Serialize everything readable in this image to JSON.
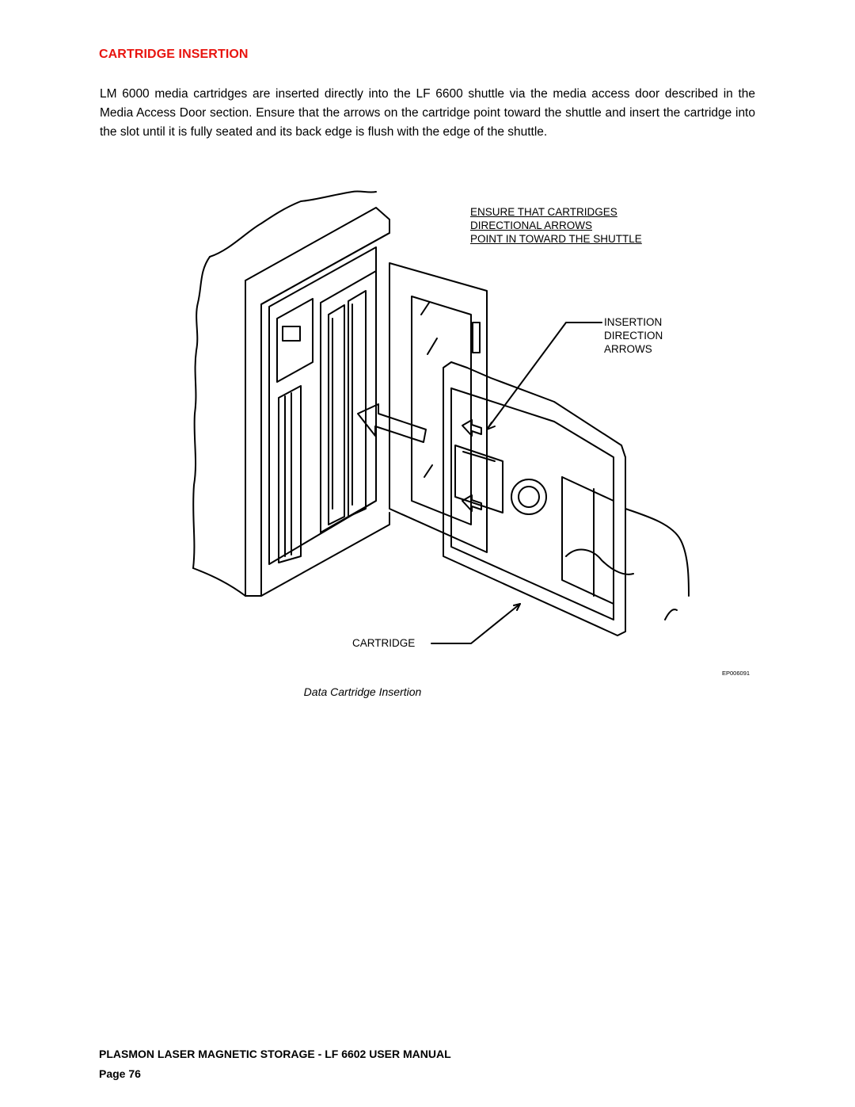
{
  "heading": "CARTRIDGE INSERTION",
  "paragraph": "LM 6000 media cartridges are inserted directly into the LF 6600 shuttle via the media access door described in the Media Access Door section. Ensure that the arrows on the cartridge point toward the shuttle and insert the cartridge into the slot until it is fully seated and its back edge is flush with the edge of the shuttle.",
  "figure": {
    "callout_ensure": [
      "ENSURE THAT CARTRIDGES",
      "DIRECTIONAL ARROWS",
      "POINT IN TOWARD THE SHUTTLE"
    ],
    "callout_insertion": [
      "INSERTION",
      "DIRECTION",
      "ARROWS"
    ],
    "callout_cartridge": "CARTRIDGE",
    "code": "EP006091",
    "caption": "Data Cartridge Insertion"
  },
  "footer": {
    "title": "PLASMON  LASER MAGNETIC STORAGE - LF 6602 USER MANUAL",
    "page": "Page 76"
  }
}
